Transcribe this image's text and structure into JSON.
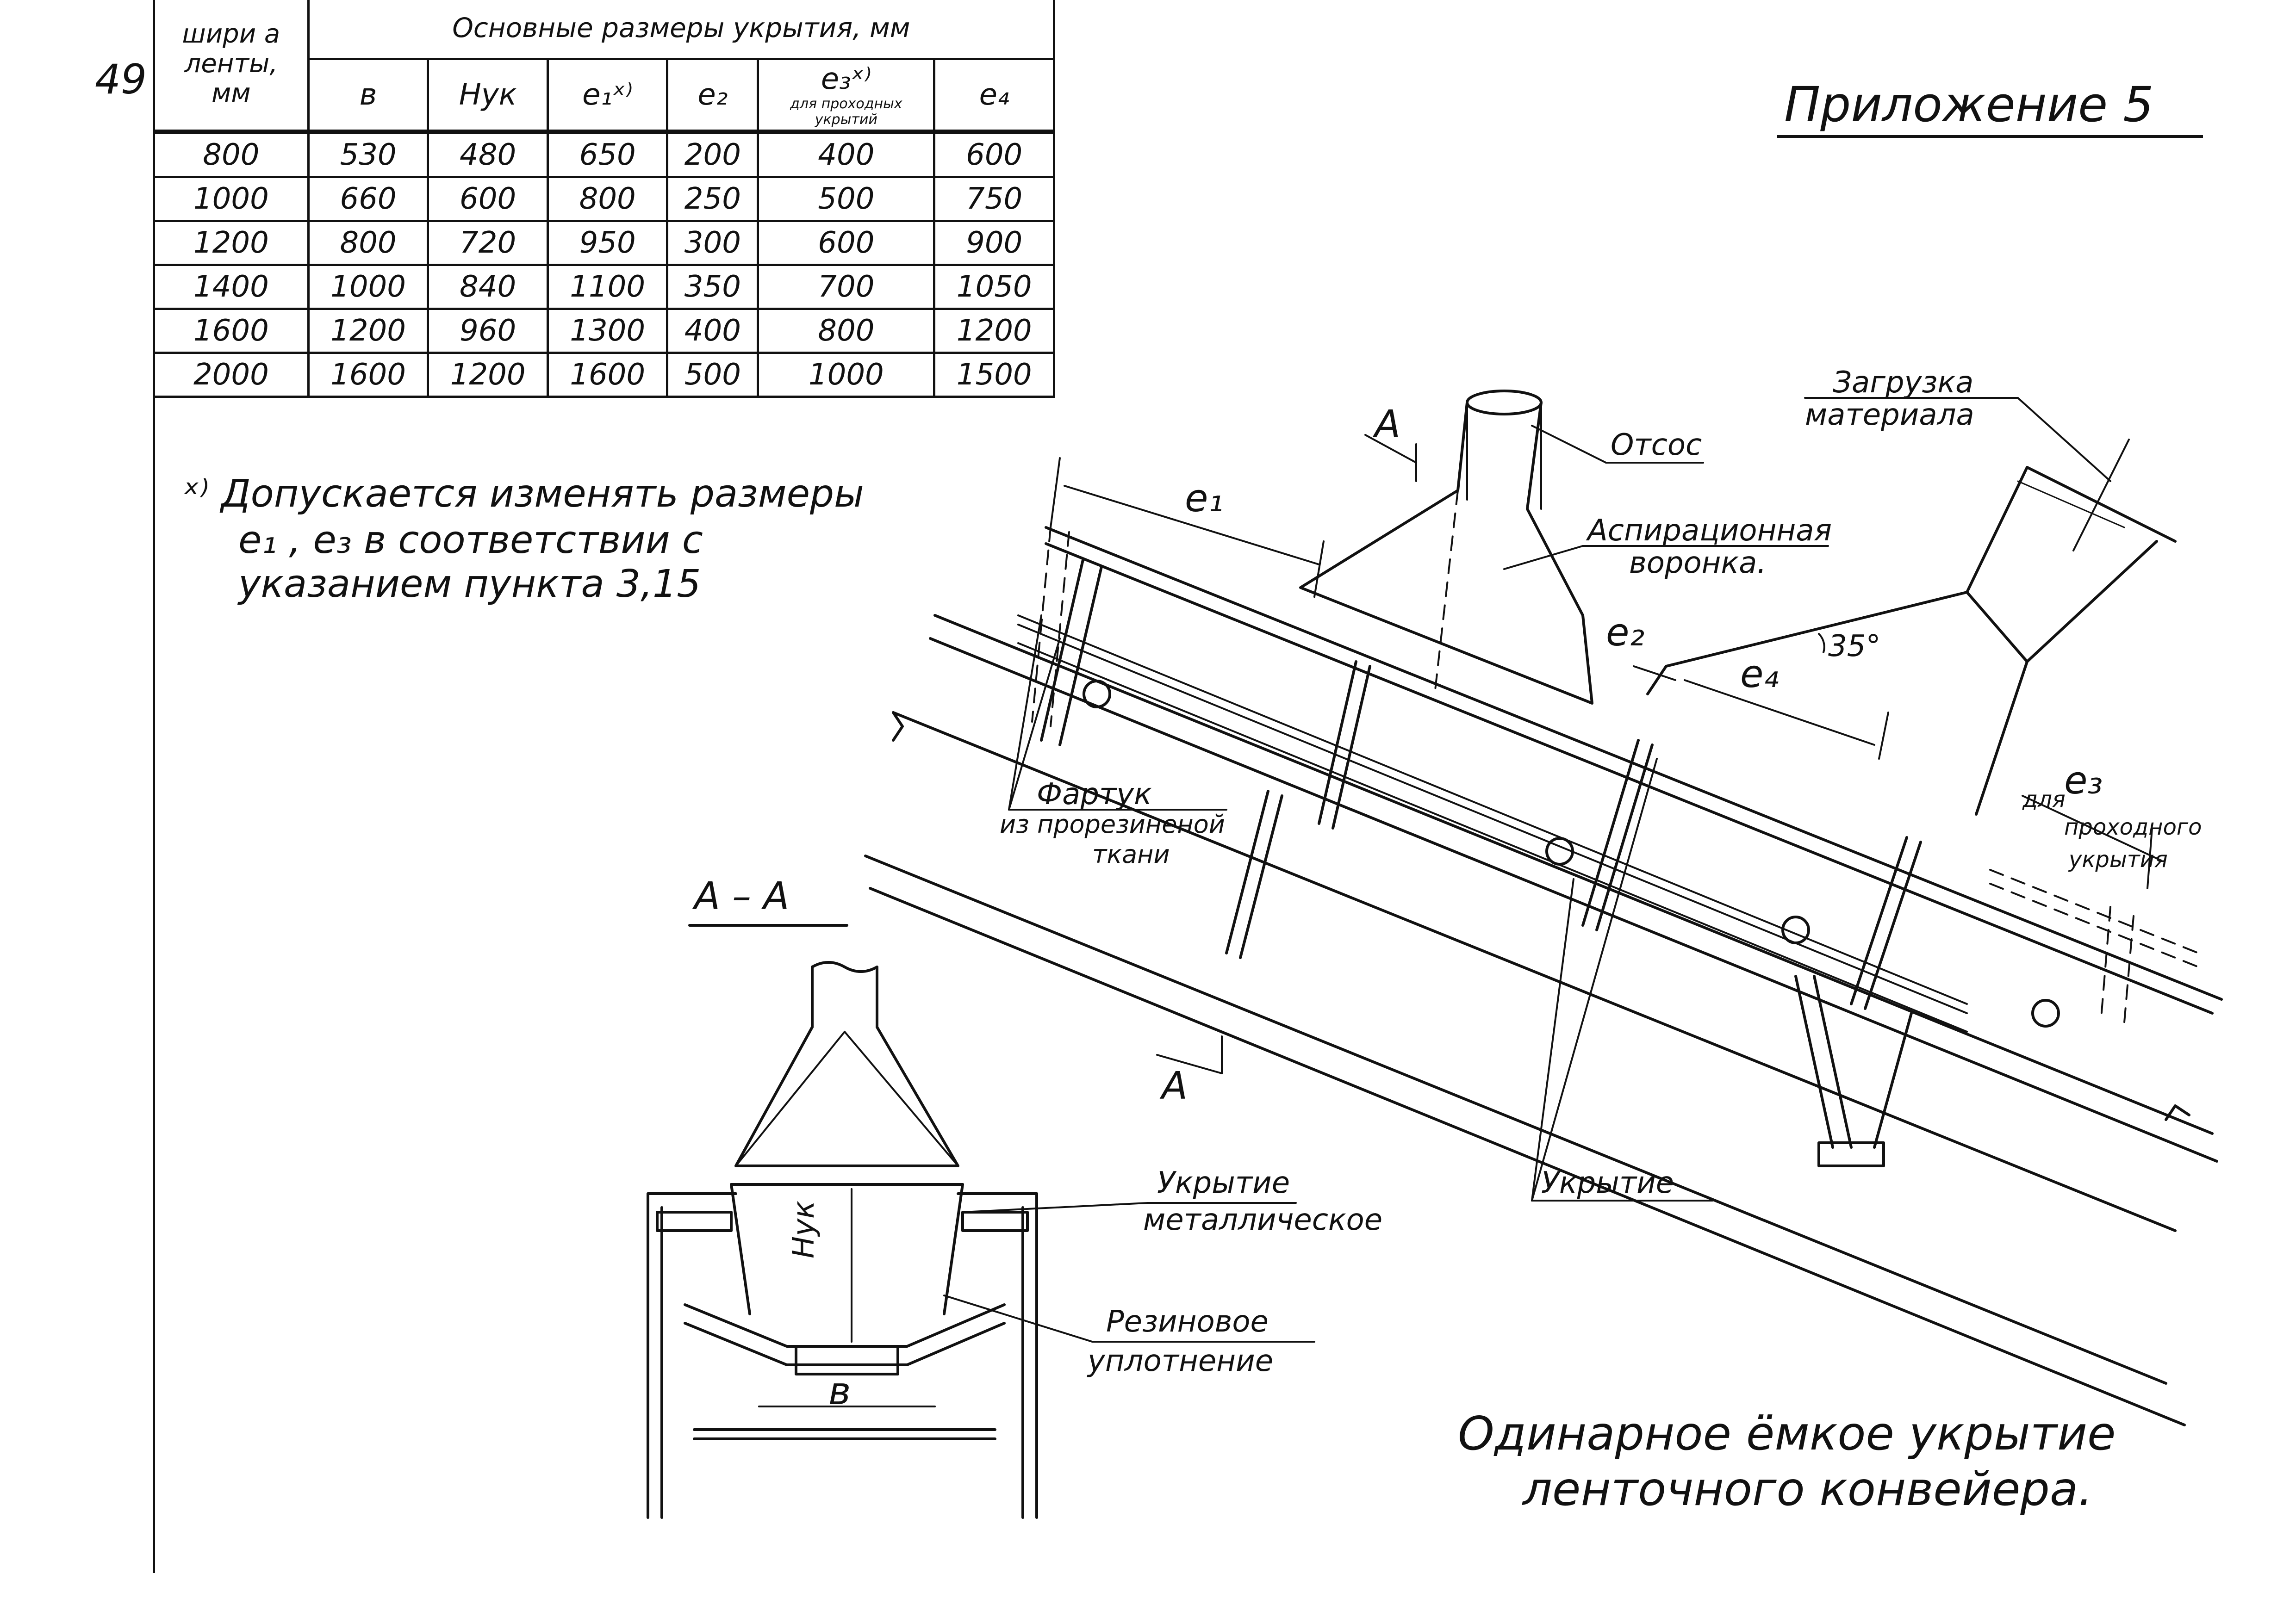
{
  "page_number": "49",
  "appendix_title": "Приложение 5",
  "table": {
    "header_width": [
      "шири а",
      "ленты,",
      "мм"
    ],
    "header_group": "Основные размеры укрытия, мм",
    "columns": [
      "в",
      "Нук",
      "е₁ˣ⁾",
      "е₂",
      "е₃ˣ⁾",
      "е₄"
    ],
    "e3_note": [
      "для проходных",
      "укрытий"
    ],
    "rows": [
      [
        "800",
        "530",
        "480",
        "650",
        "200",
        "400",
        "600"
      ],
      [
        "1000",
        "660",
        "600",
        "800",
        "250",
        "500",
        "750"
      ],
      [
        "1200",
        "800",
        "720",
        "950",
        "300",
        "600",
        "900"
      ],
      [
        "1400",
        "1000",
        "840",
        "1100",
        "350",
        "700",
        "1050"
      ],
      [
        "1600",
        "1200",
        "960",
        "1300",
        "400",
        "800",
        "1200"
      ],
      [
        "2000",
        "1600",
        "1200",
        "1600",
        "500",
        "1000",
        "1500"
      ]
    ]
  },
  "footnote": [
    "ˣ⁾ Допускается изменять размеры",
    "е₁ , е₃ в соответствии с",
    "указанием пункта 3,15"
  ],
  "labels": {
    "section_a_top": "А",
    "section_a_bottom": "А",
    "section_aa": "А – А",
    "otsos": "Отсос",
    "aspiration_1": "Аспирационная",
    "aspiration_2": "воронка.",
    "loading_1": "Загрузка",
    "loading_2": "материала",
    "e1": "е₁",
    "e2": "е₂",
    "e3": "е₃",
    "e4": "е₄",
    "angle": "35°",
    "passage_1": "для",
    "passage_2": "проходного",
    "passage_3": "укрытия",
    "apron_1": "Фартук",
    "apron_2": "из прорезиненой",
    "apron_3": "ткани",
    "cover": "Укрытие",
    "metal_cover_1": "Укрытие",
    "metal_cover_2": "металлическое",
    "rubber_1": "Резиновое",
    "rubber_2": "уплотнение",
    "dim_b": "в",
    "dim_h": "Нук"
  },
  "caption": [
    "Одинарное ёмкое укрытие",
    "ленточного конвейера."
  ]
}
